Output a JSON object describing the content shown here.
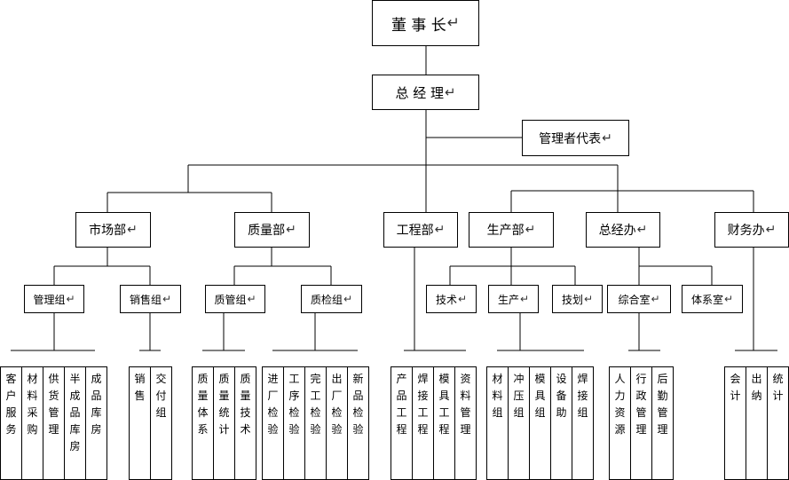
{
  "return_mark": "↵",
  "nodes": {
    "chairman": "董 事 长",
    "gm": "总 经 理",
    "mgmt_rep": "管理者代表",
    "market": "市场部",
    "quality": "质量部",
    "engineering": "工程部",
    "production": "生产部",
    "gm_office": "总经办",
    "finance": "财务办",
    "mgmt_group": "管理组",
    "sales_group": "销售组",
    "qm_group": "质管组",
    "qi_group": "质检组",
    "tech": "技术",
    "prod": "生产",
    "plan": "技划",
    "general_office": "综合室",
    "system_office": "体系室"
  },
  "leaves": {
    "mgmt": [
      "客户服务",
      "材料采购",
      "供货管理",
      "半成品库房",
      "成品库房"
    ],
    "sales": [
      "销售",
      "交付组"
    ],
    "qm": [
      "质量体系",
      "质量统计",
      "质量技术"
    ],
    "qi": [
      "进厂检验",
      "工序检验",
      "完工检验",
      "出厂检验",
      "新品检验"
    ],
    "eng": [
      "产品工程",
      "焊接工程",
      "模具工程",
      "资料管理"
    ],
    "prod": [
      "材料组",
      "冲压组",
      "模具组",
      "设备助",
      "焊接组"
    ],
    "office": [
      "人力资源",
      "行政管理",
      "后勤管理"
    ],
    "fin": [
      "会计",
      "出纳",
      "统计"
    ]
  }
}
